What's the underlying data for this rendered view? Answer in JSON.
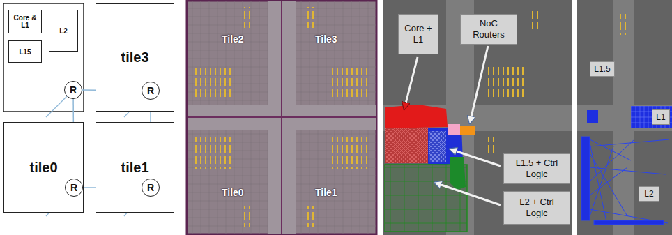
{
  "diagram": {
    "nodes": [
      {
        "text": [
          "Core & L1"
        ]
      },
      {
        "text": [
          "L2"
        ]
      },
      {
        "text": [
          "L15"
        ]
      },
      {
        "text": [
          "R"
        ]
      },
      {
        "text": [
          "tile3"
        ]
      },
      {
        "text": [
          "R"
        ],
        "in": 4
      },
      {
        "text": [
          "tile0"
        ]
      },
      {
        "text": [
          "R"
        ],
        "in": 6
      },
      {
        "text": [
          "tile1"
        ]
      },
      {
        "text": [
          "R"
        ],
        "in": 8
      },
      {
        "text": [
          "Core + L1"
        ]
      },
      {
        "text": [
          "NoC Routers"
        ]
      },
      {
        "text": [
          "L1.5 + Ctrl Logic"
        ]
      },
      {
        "text": [
          "L2 + Ctrl Logic"
        ]
      },
      {
        "text": [
          "L1.5"
        ]
      },
      {
        "text": [
          "L1"
        ]
      },
      {
        "text": [
          "L2"
        ]
      }
    ],
    "edges": [
      {
        "from": 3,
        "to": 5,
        "arrow": "none"
      },
      {
        "from": 3,
        "to": 7,
        "arrow": "none"
      },
      {
        "from": 5,
        "to": 9,
        "arrow": "none"
      },
      {
        "from": 7,
        "to": 9,
        "arrow": "none"
      }
    ],
    "labels": [
      "Tile2",
      "Tile3",
      "Tile0",
      "Tile1"
    ]
  }
}
